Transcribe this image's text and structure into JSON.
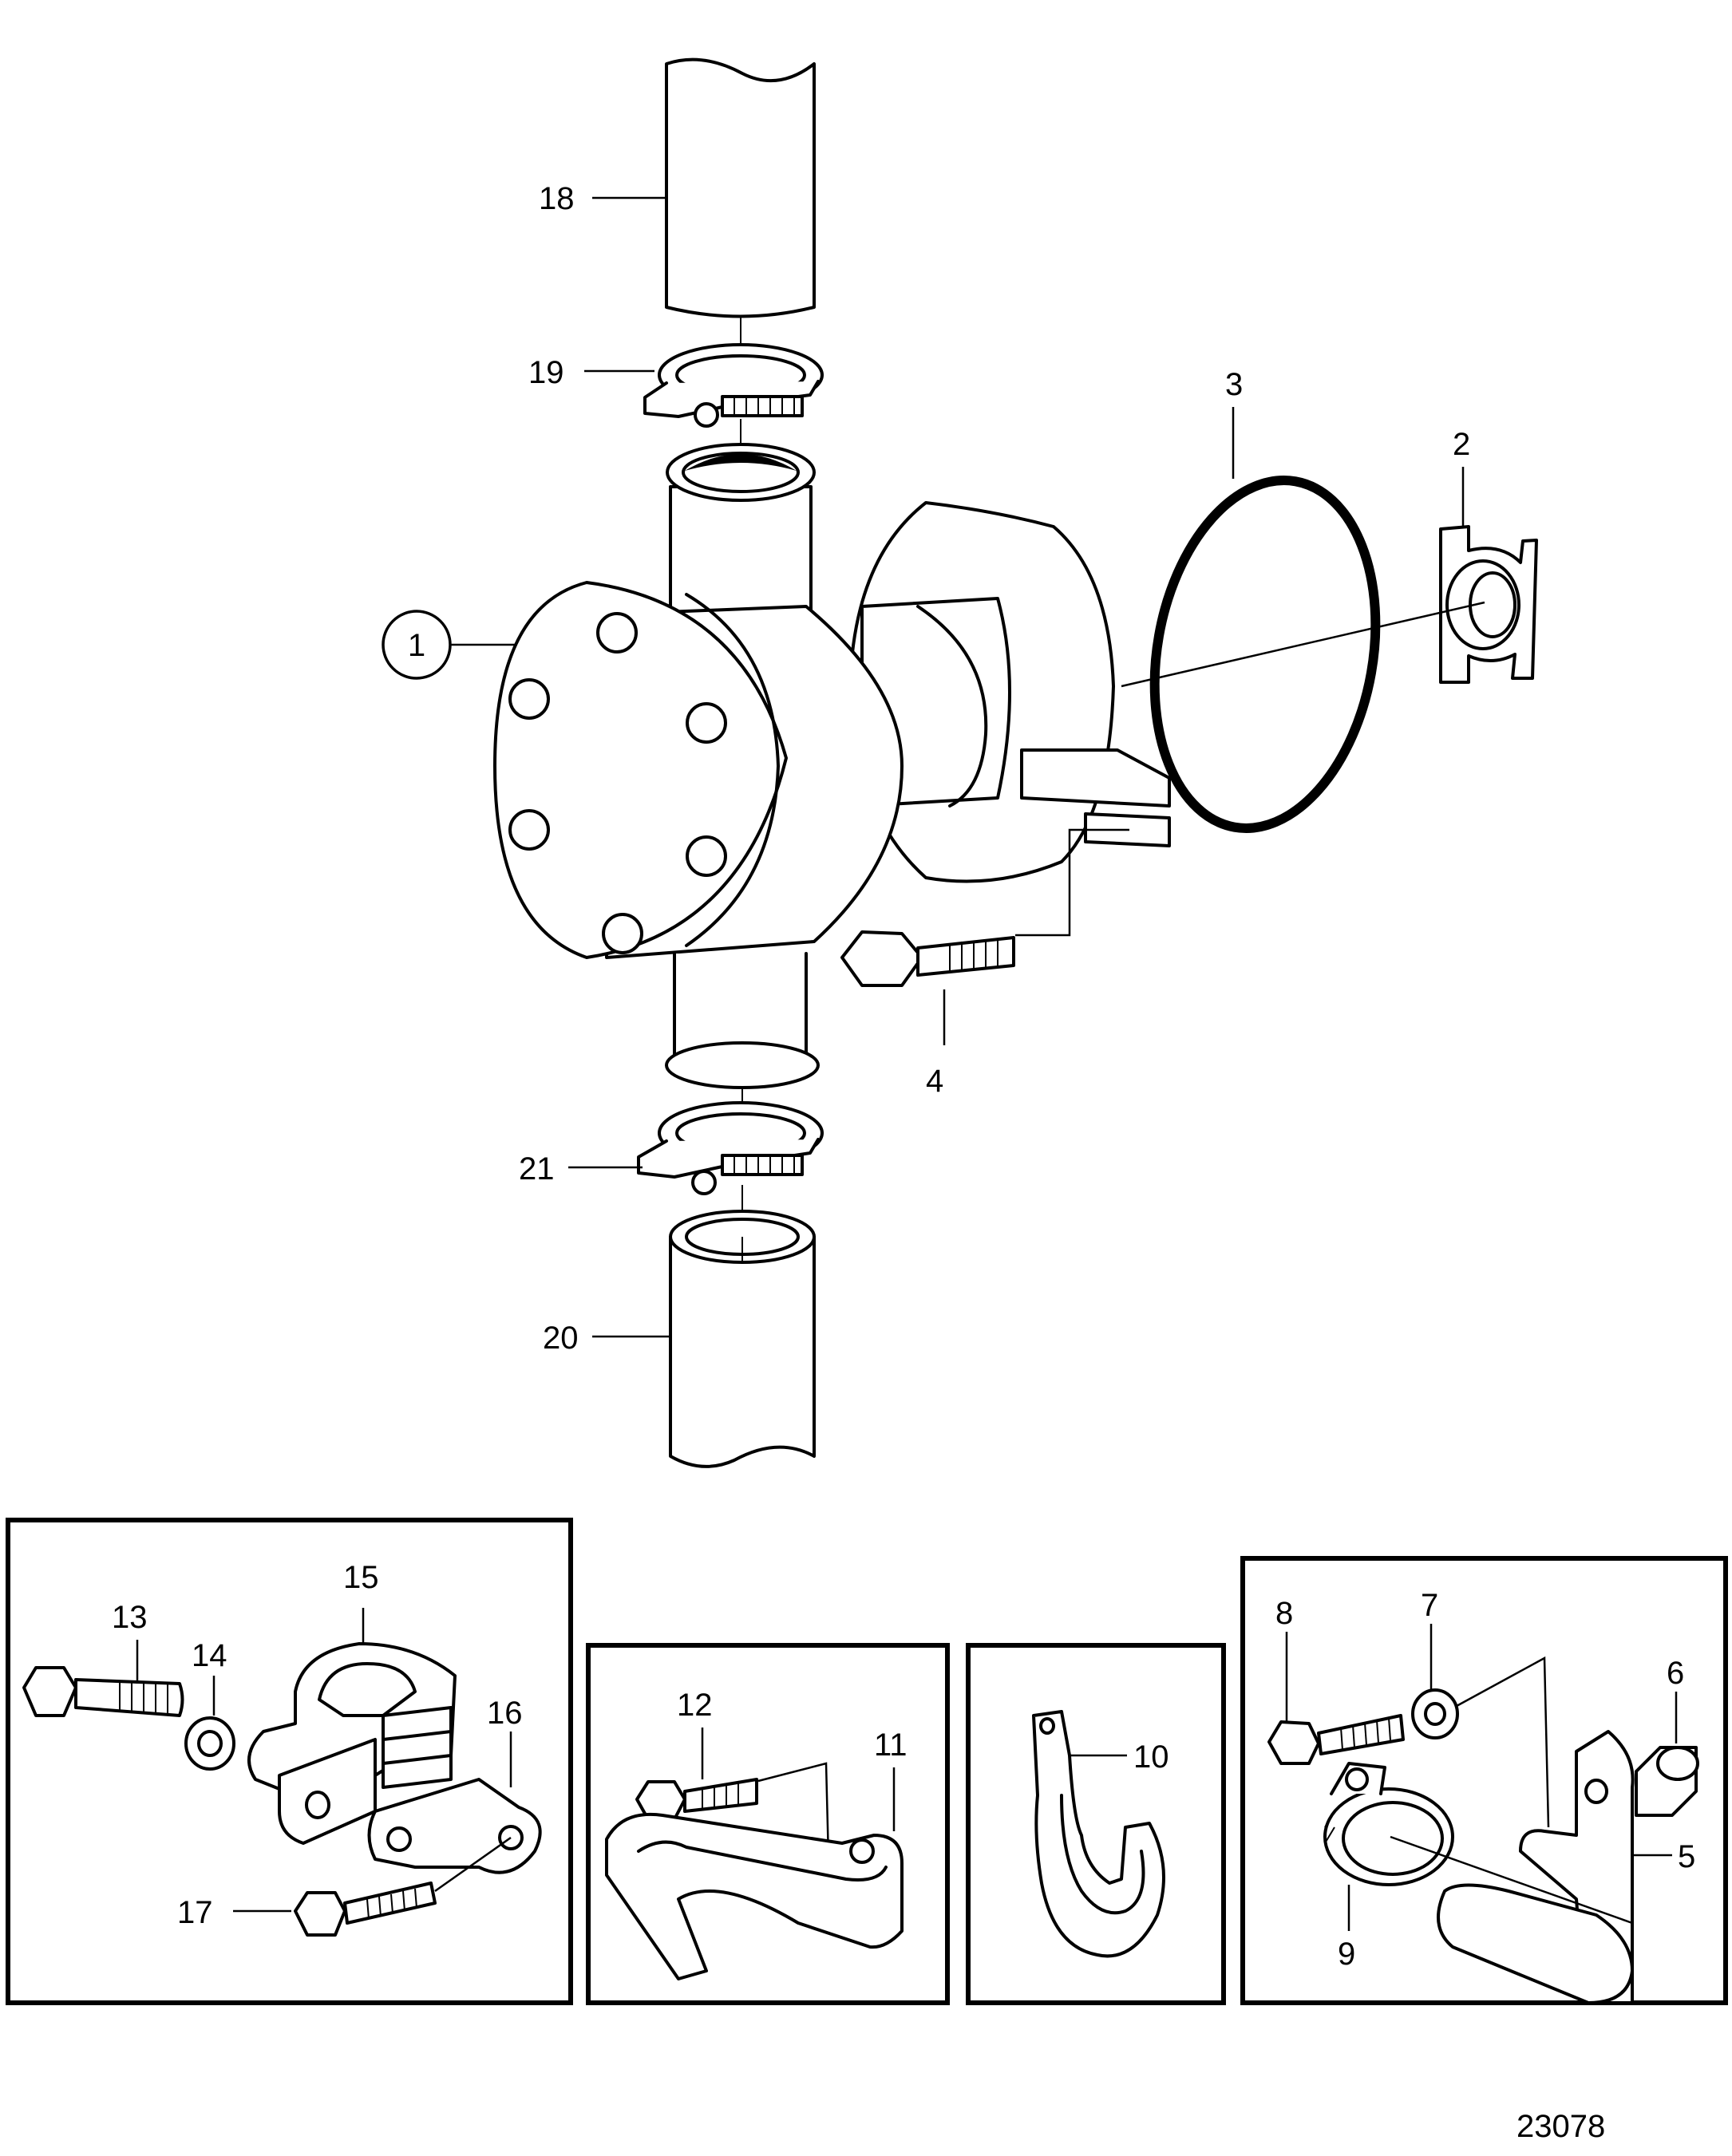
{
  "figure_number": "23078",
  "callouts": {
    "c1": "1",
    "c2": "2",
    "c3": "3",
    "c4": "4",
    "c5": "5",
    "c6": "6",
    "c7": "7",
    "c8": "8",
    "c9": "9",
    "c10": "10",
    "c11": "11",
    "c12": "12",
    "c13": "13",
    "c14": "14",
    "c15": "15",
    "c16": "16",
    "c17": "17",
    "c18": "18",
    "c19": "19",
    "c20": "20",
    "c21": "21"
  }
}
